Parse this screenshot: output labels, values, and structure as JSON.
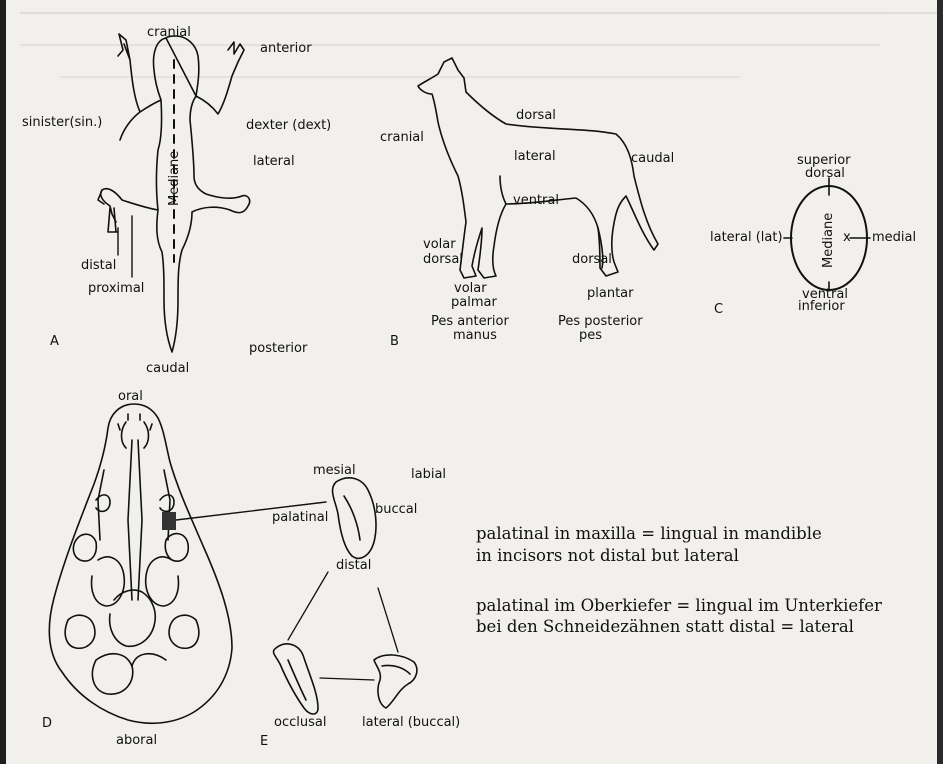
{
  "panels": {
    "A": {
      "letter": "A",
      "cranial": "cranial",
      "anterior": "anterior",
      "sinister": "sinister(sin.)",
      "dexter": "dexter (dext)",
      "lateral": "lateral",
      "mediane": "Mediane",
      "distal": "distal",
      "proximal": "proximal",
      "posterior": "posterior",
      "caudal": "caudal"
    },
    "B": {
      "letter": "B",
      "cranial": "cranial",
      "dorsal_top": "dorsal",
      "lateral": "lateral",
      "caudal": "caudal",
      "ventral": "ventral",
      "volar": "volar",
      "dorsal_left": "dorsal",
      "dorsal_right": "dorsal",
      "volar_bottom": "volar",
      "palmar": "palmar",
      "plantar": "plantar",
      "pes_anterior": "Pes anterior",
      "manus": "manus",
      "pes_posterior": "Pes posterior",
      "pes": "pes"
    },
    "C": {
      "letter": "C",
      "superior": "superior",
      "dorsal": "dorsal",
      "lateral_lat": "lateral (lat)",
      "medial": "medial",
      "mediane": "Mediane",
      "ventral": "ventral",
      "inferior": "inferior"
    },
    "D": {
      "letter": "D",
      "oral": "oral",
      "aboral": "aboral"
    },
    "E": {
      "letter": "E",
      "mesial": "mesial",
      "labial": "labial",
      "palatinal": "palatinal",
      "buccal": "buccal",
      "distal": "distal",
      "occlusal": "occlusal",
      "lateral_buccal": "lateral (buccal)"
    }
  },
  "notes": {
    "en_line1": "palatinal in maxilla = lingual in mandible",
    "en_line2": "in incisors not distal but lateral",
    "de_line1": "palatinal im Oberkiefer = lingual im Unterkiefer",
    "de_line2": "bei den Schneidezähnen statt distal = lateral"
  },
  "colors": {
    "ink": "#111111",
    "paper": "#f2f0ec",
    "frame": "#1f1f1f"
  }
}
